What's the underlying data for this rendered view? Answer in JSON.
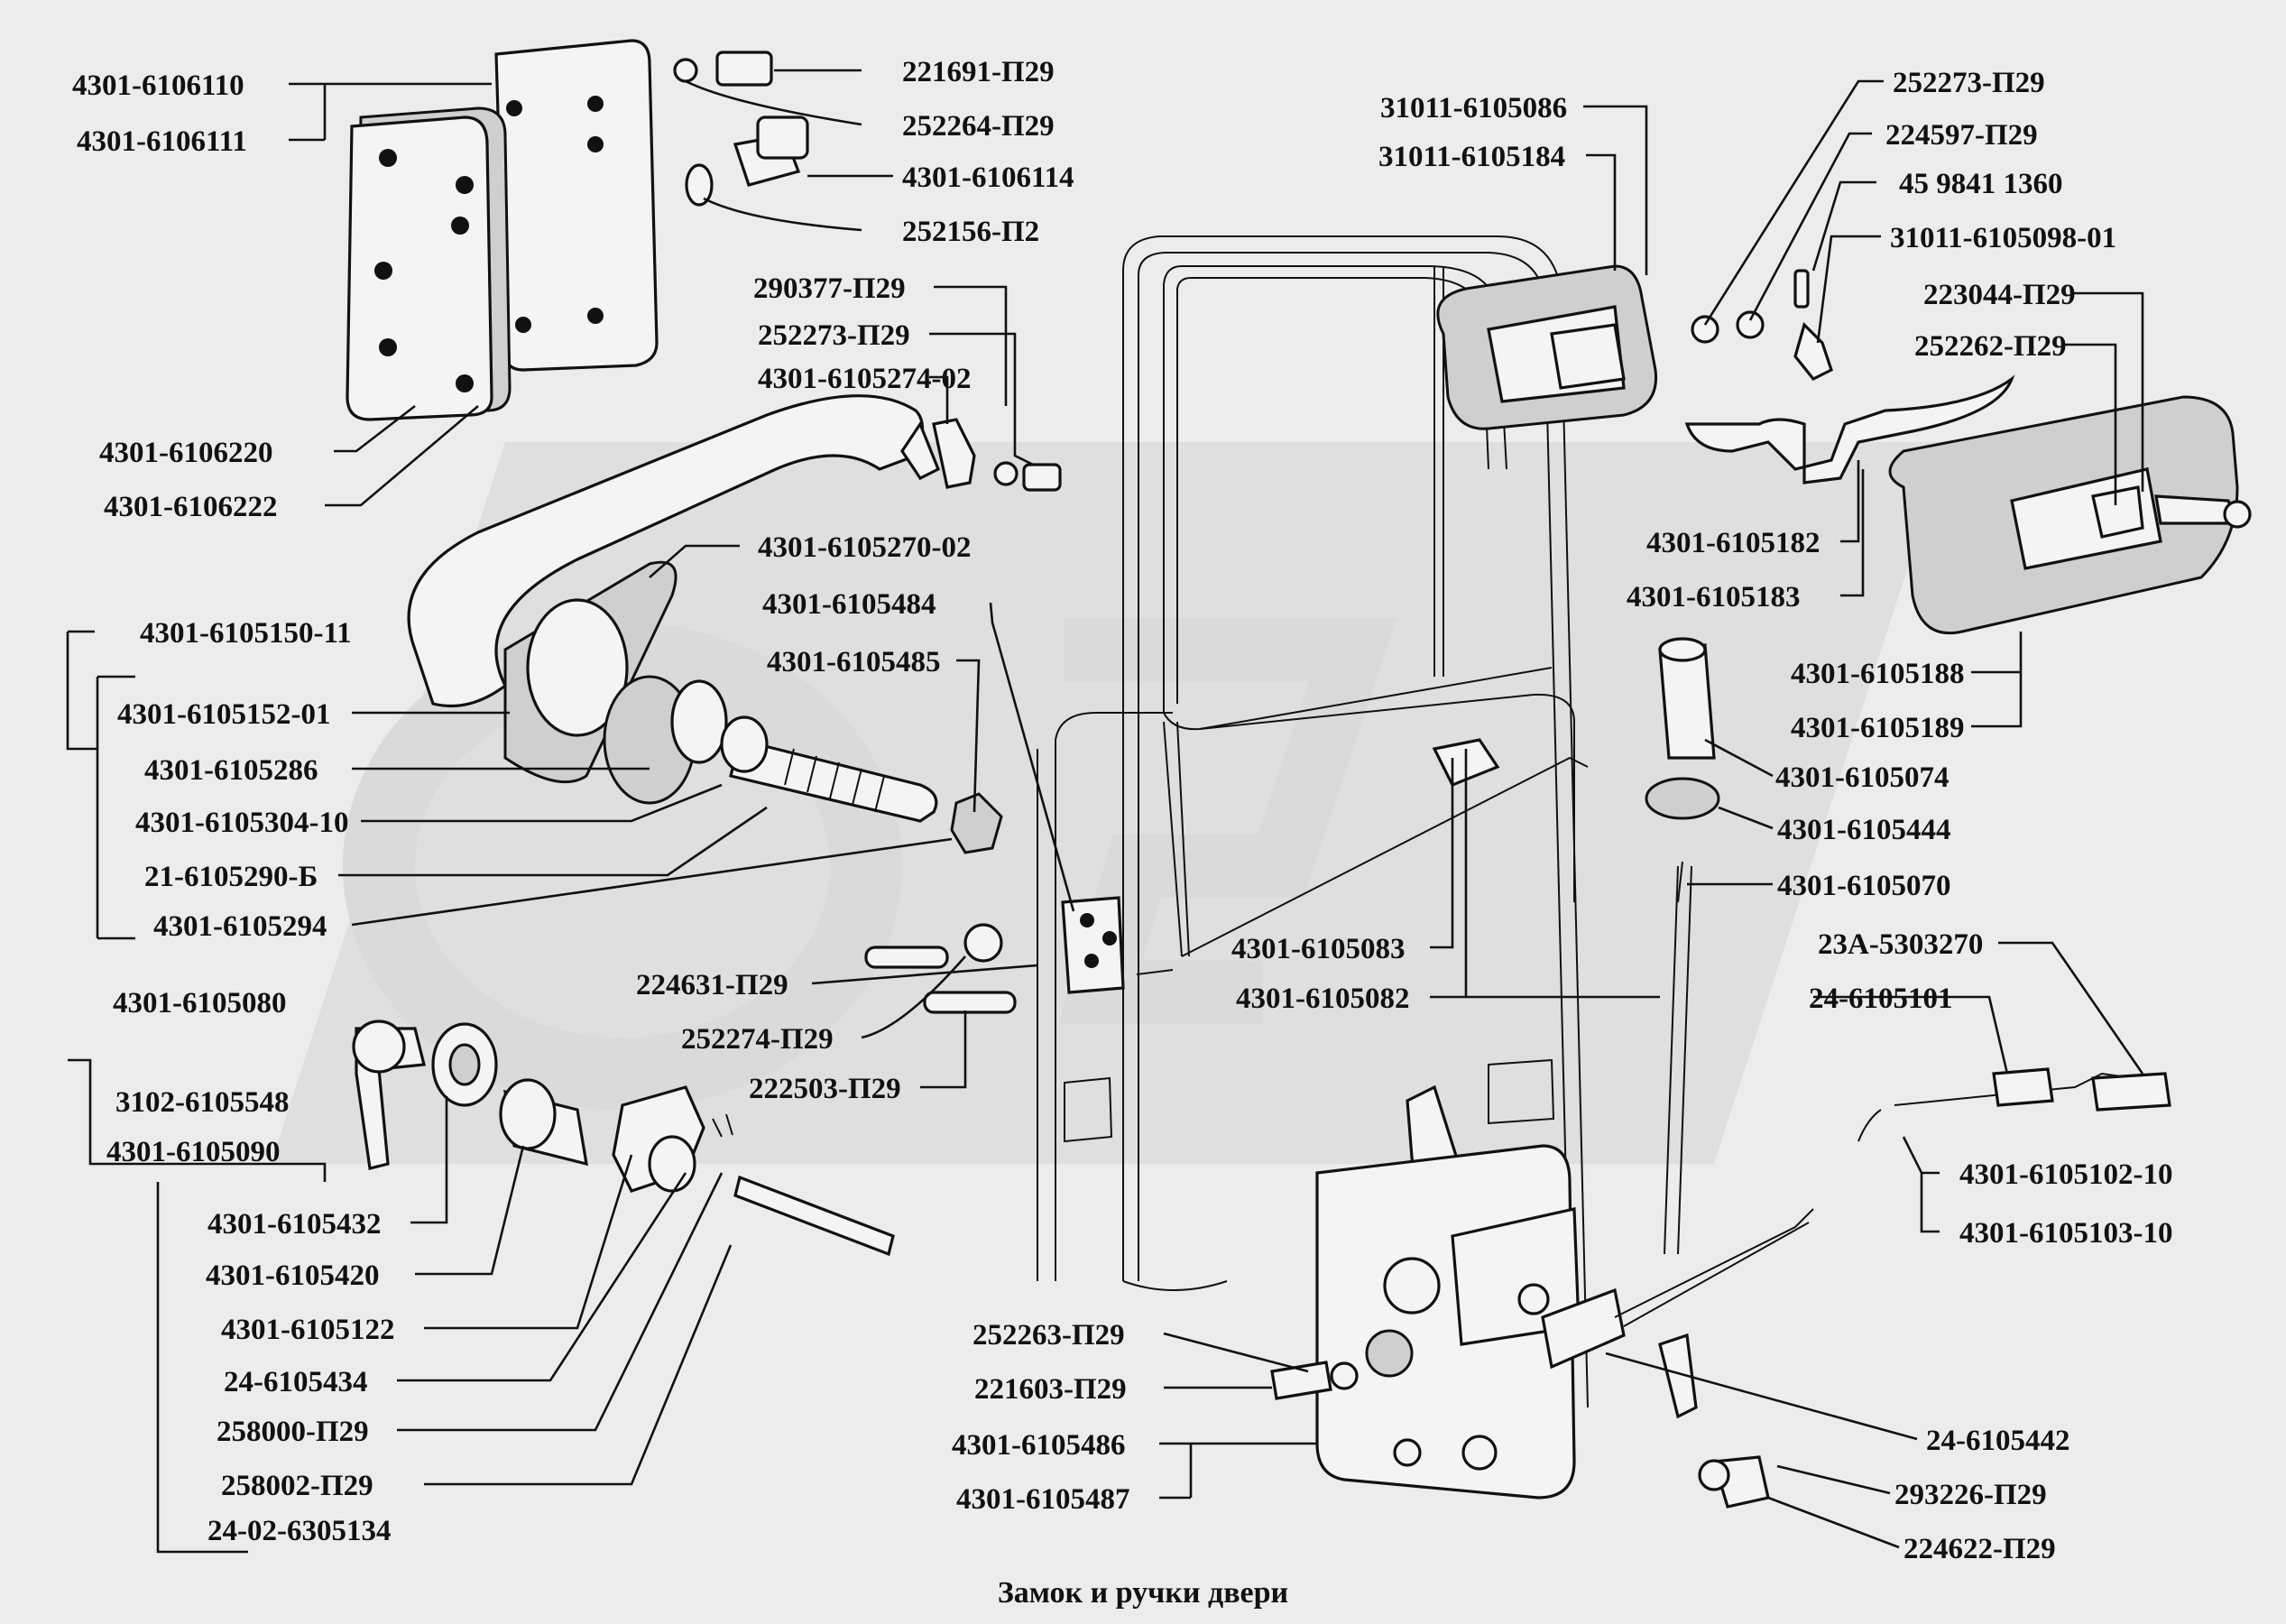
{
  "caption": "Замок и ручки двери",
  "labels": {
    "p4301_6106110": "4301-6106110",
    "p4301_6106111": "4301-6106111",
    "p4301_6106220": "4301-6106220",
    "p4301_6106222": "4301-6106222",
    "p221691": "221691-П29",
    "p252264": "252264-П29",
    "p4301_6106114": "4301-6106114",
    "p252156": "252156-П2",
    "p290377": "290377-П29",
    "p252273a": "252273-П29",
    "p4301_6105274_02": "4301-6105274-02",
    "p4301_6105270_02": "4301-6105270-02",
    "p4301_6105484": "4301-6105484",
    "p4301_6105485": "4301-6105485",
    "p4301_6105150_11": "4301-6105150-11",
    "p4301_6105152_01": "4301-6105152-01",
    "p4301_6105286": "4301-6105286",
    "p4301_6105304_10": "4301-6105304-10",
    "p21_6105290_b": "21-6105290-Б",
    "p4301_6105294": "4301-6105294",
    "p224631": "224631-П29",
    "p252274": "252274-П29",
    "p222503": "222503-П29",
    "p4301_6105080": "4301-6105080",
    "p3102_6105548": "3102-6105548",
    "p4301_6105090": "4301-6105090",
    "p4301_6105432": "4301-6105432",
    "p4301_6105420": "4301-6105420",
    "p4301_6105122": "4301-6105122",
    "p24_6105434": "24-6105434",
    "p258000": "258000-П29",
    "p258002": "258002-П29",
    "p24_02_6305134": "24-02-6305134",
    "p31011_6105086": "31011-6105086",
    "p31011_6105184": "31011-6105184",
    "p252273b": "252273-П29",
    "p224597": "224597-П29",
    "p45_9841_1360": "45 9841 1360",
    "p31011_6105098_01": "31011-6105098-01",
    "p223044": "223044-П29",
    "p252262": "252262-П29",
    "p4301_6105182": "4301-6105182",
    "p4301_6105183": "4301-6105183",
    "p4301_6105188": "4301-6105188",
    "p4301_6105189": "4301-6105189",
    "p4301_6105074": "4301-6105074",
    "p4301_6105444": "4301-6105444",
    "p4301_6105070": "4301-6105070",
    "p4301_6105083": "4301-6105083",
    "p4301_6105082": "4301-6105082",
    "p23a_5303270": "23А-5303270",
    "p24_6105101": "24-6105101",
    "p4301_6105102_10": "4301-6105102-10",
    "p4301_6105103_10": "4301-6105103-10",
    "p252263": "252263-П29",
    "p221603": "221603-П29",
    "p4301_6105486": "4301-6105486",
    "p4301_6105487": "4301-6105487",
    "p24_6105442": "24-6105442",
    "p293226": "293226-П29",
    "p224622": "224622-П29"
  }
}
